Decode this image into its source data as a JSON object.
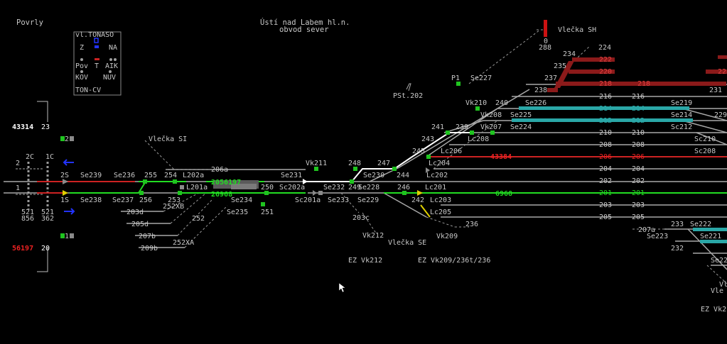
{
  "header": {
    "left_title": "Povrly",
    "station_title": "Ústí nad Labem hl.n.",
    "station_subtitle": "obvod sever"
  },
  "legend": {
    "title": "vl.TONASO",
    "z": "Z",
    "na": "NA",
    "pov": "Pov",
    "t": "T",
    "aik": "AIK",
    "kov": "KOV",
    "nuv": "NUV",
    "footer": "TON-CV"
  },
  "left_station": {
    "train_top": "43314",
    "train_top_track": "23",
    "train_bottom": "56197",
    "train_bottom_track": "20",
    "label_2c": "2C",
    "label_1c": "1C",
    "label_2": "2",
    "label_1": "1",
    "label_2s": "2S",
    "label_1s": "1S",
    "label_521a": "521",
    "label_521b": "521",
    "label_856": "856",
    "label_362": "362",
    "block_2": "2",
    "block_1": "1"
  },
  "sidings": {
    "vlecka_sh": "Vlečka SH",
    "vlecka_si": "Vlečka SI",
    "vlecka_se": "Vlečka SE",
    "ez_vk212": "EZ Vk212",
    "ez_vk209": "EZ Vk209/236t/236",
    "ez_right": "EZ Vk2",
    "pst202": "PSt.202"
  },
  "trains": {
    "t2056197": "2056197",
    "t26968": "26968",
    "t43384": "43384",
    "t6968": "6968"
  },
  "signals": {
    "se239": "Se239",
    "se238": "Se238",
    "se236": "Se236",
    "se237": "Se237",
    "s255": "255",
    "s254": "254",
    "s256": "256",
    "s253": "253",
    "l202a": "L202a",
    "l201a": "L201a",
    "s252xb": "252XB",
    "s252": "252",
    "s252xa": "252XA",
    "s203d": "203d",
    "s205d": "205d",
    "s207b": "207b",
    "s209b": "209b",
    "s206a": "206a",
    "se231": "Se231",
    "vk211": "Vk211",
    "s248": "248",
    "s247": "247",
    "se230": "Se230",
    "s244": "244",
    "s250": "250",
    "s251": "251",
    "se234": "Se234",
    "se235": "Se235",
    "sc202a": "Sc202a",
    "se232": "Se232",
    "s249": "249",
    "se228": "Se228",
    "s246": "246",
    "sc201a": "Sc201a",
    "se233": "Se233",
    "se229": "Se229",
    "s203c": "203c",
    "vk212": "Vk212",
    "s242": "242",
    "lc201": "Lc201",
    "lc202": "Lc202",
    "lc203": "Lc203",
    "lc204": "Lc204",
    "lc205": "Lc205",
    "s245": "245",
    "lc206": "Lc206",
    "s243": "243",
    "s241": "241",
    "s239": "239",
    "lc208": "Lc208",
    "vk208": "Vk208",
    "vk207": "Vk207",
    "vk210": "Vk210",
    "s240": "240",
    "se225": "Se225",
    "se224": "Se224",
    "se226": "Se226",
    "p1": "P1",
    "se227": "Se227",
    "s236": "236",
    "vk209": "Vk209",
    "s288": "288",
    "s0": "0",
    "s234": "234",
    "s235": "235",
    "s237": "237",
    "s238": "238",
    "se219": "Se219",
    "se214": "Se214",
    "sc212": "Sc212",
    "sc210": "Sc210",
    "sc208": "Sc208",
    "s231": "231",
    "s229": "229",
    "s233": "233",
    "se222": "Se222",
    "s207a": "207a",
    "se221": "Se221",
    "se223": "Se223",
    "s232": "232",
    "se22": "Se22",
    "vlee": "Vle",
    "vl": "Vl"
  },
  "tracks": {
    "t224": "224",
    "t222": "222",
    "t220": "220",
    "t218a": "218",
    "t218b": "218",
    "t216a": "216",
    "t216b": "216",
    "t214a": "214",
    "t214b": "214",
    "t212a": "212",
    "t212b": "212",
    "t210a": "210",
    "t210b": "210",
    "t208a": "208",
    "t208b": "208",
    "t206a": "206",
    "t206b": "206",
    "t204a": "204",
    "t204b": "204",
    "t202a": "202",
    "t202b": "202",
    "t201a": "201",
    "t201b": "201",
    "t203a": "203",
    "t203b": "203",
    "t205a": "205",
    "t205b": "205",
    "t22x": "22"
  },
  "colors": {
    "background": "#000000",
    "track": "#a8a8a8",
    "route_green": "#22dd22",
    "route_white": "#ffffff",
    "occupied_red": "#cc2222",
    "occupied_maroon": "#8b1a1a",
    "teal": "#2aa7a7",
    "signal_green": "#1fc41f",
    "arrow_blue": "#2233ff"
  }
}
